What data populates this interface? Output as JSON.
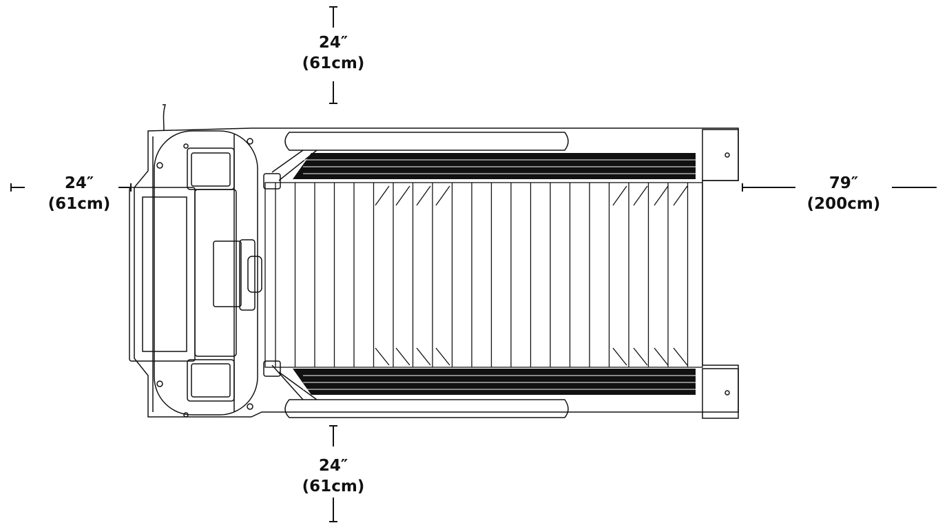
{
  "dimensions": {
    "top": {
      "imperial": "24″",
      "metric": "(61cm)"
    },
    "left": {
      "imperial": "24″",
      "metric": "(61cm)"
    },
    "bottom": {
      "imperial": "24″",
      "metric": "(61cm)"
    },
    "right": {
      "imperial": "79″",
      "metric": "(200cm)"
    }
  },
  "colors": {
    "ink": "#111111",
    "background": "#ffffff"
  }
}
